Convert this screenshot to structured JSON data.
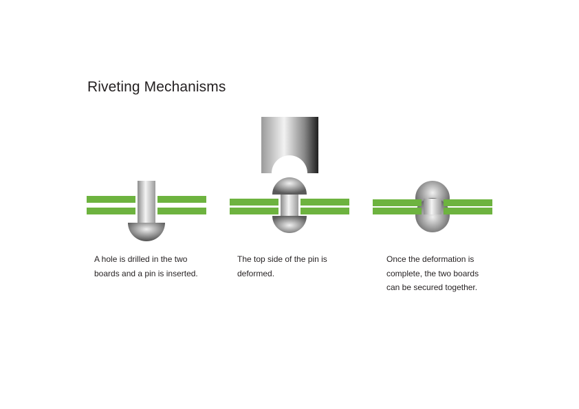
{
  "title": "Riveting Mechanisms",
  "colors": {
    "board": "#6db33f",
    "metal_light": "#f2f2f2",
    "metal_mid": "#a9a9a9",
    "metal_dark": "#5e5e5e",
    "text": "#231f20"
  },
  "steps": [
    {
      "caption_lines": [
        "A hole is drilled in the two",
        "boards and a pin is inserted."
      ]
    },
    {
      "caption_lines": [
        "The top side of the pin is",
        "deformed."
      ]
    },
    {
      "caption_lines": [
        "Once the deformation is",
        "complete, the two boards",
        "can be secured together."
      ]
    }
  ]
}
